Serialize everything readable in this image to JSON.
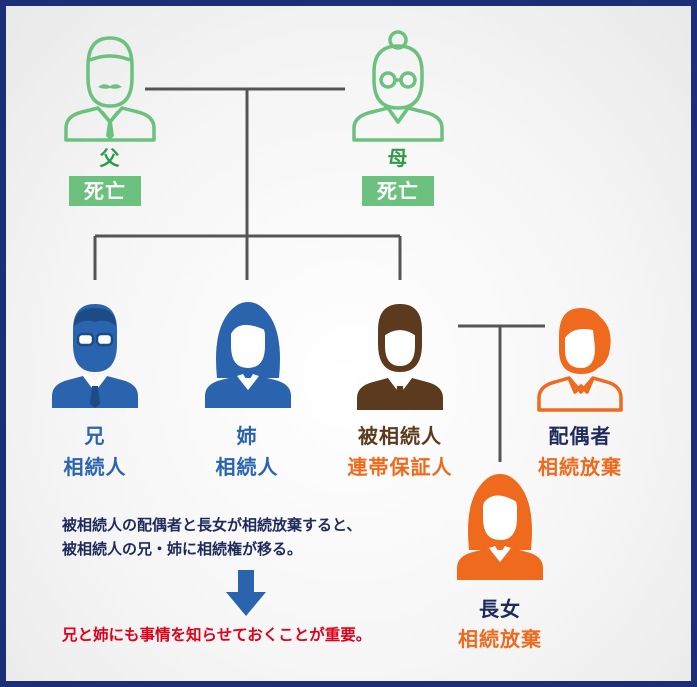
{
  "colors": {
    "green": "#6cc17e",
    "green_text": "#2f9a48",
    "blue": "#2a64ae",
    "brown": "#5b3a1e",
    "orange": "#ef6a1c",
    "red": "#e0001a",
    "navy": "#1c2e78",
    "line": "#555555"
  },
  "people": {
    "father": {
      "name": "父",
      "status": "死亡",
      "icon": "elderly-man-icon"
    },
    "mother": {
      "name": "母",
      "status": "死亡",
      "icon": "elderly-woman-icon"
    },
    "brother": {
      "name": "兄",
      "status": "相続人",
      "icon": "man-with-glasses-icon"
    },
    "sister": {
      "name": "姉",
      "status": "相続人",
      "icon": "woman-icon"
    },
    "decedent": {
      "name": "被相続人",
      "status": "連帯保証人",
      "icon": "businessman-icon"
    },
    "spouse": {
      "name": "配偶者",
      "status": "相続放棄",
      "icon": "woman-ponytail-icon"
    },
    "daughter": {
      "name": "長女",
      "status": "相続放棄",
      "icon": "girl-icon"
    }
  },
  "note": {
    "line1": "被相続人の配偶者と長女が相続放棄すると、",
    "line2": "被相続人の兄・姉に相続権が移る。",
    "arrow_icon": "down-arrow-icon",
    "conclusion": "兄と姉にも事情を知らせておくことが重要。"
  }
}
